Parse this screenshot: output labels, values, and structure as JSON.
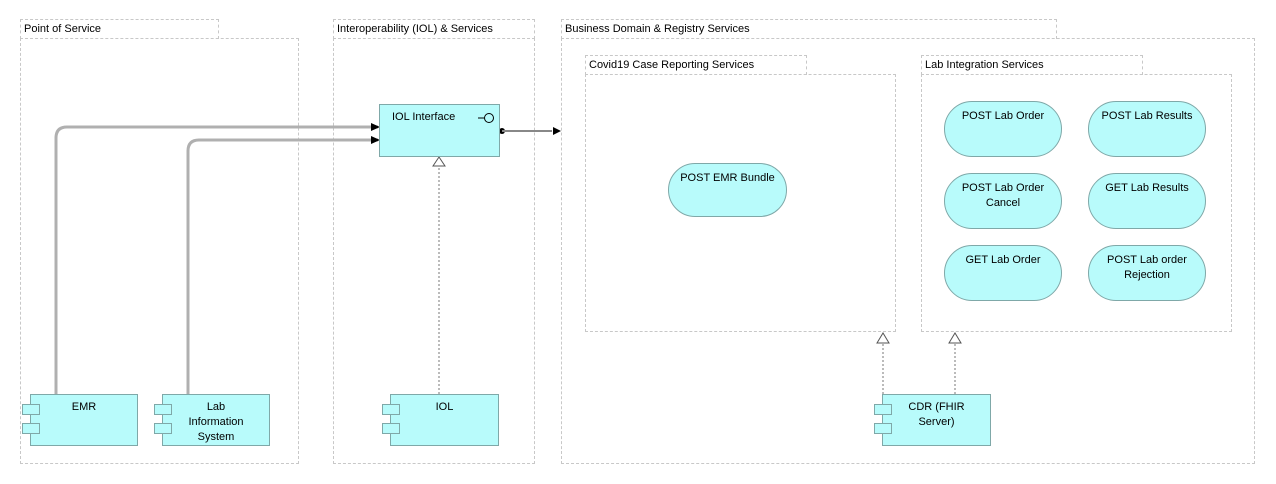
{
  "groups": {
    "point_of_service": "Point of Service",
    "interoperability": "Interoperability (IOL) & Services",
    "business_domain": "Business Domain & Registry Services",
    "covid_case_reporting": "Covid19 Case Reporting Services",
    "lab_integration": "Lab Integration Services"
  },
  "components": {
    "emr": "EMR",
    "lab_info_system": "Lab\nInformation\nSystem",
    "iol": "IOL",
    "cdr": "CDR (FHIR\nServer)"
  },
  "interface": {
    "iol_interface": "IOL Interface"
  },
  "services": {
    "post_emr_bundle": "POST EMR Bundle",
    "post_lab_order": "POST Lab Order",
    "post_lab_results": "POST Lab Results",
    "post_lab_order_cancel": "POST  Lab Order\nCancel",
    "get_lab_results": "GET Lab Results",
    "get_lab_order": "GET  Lab Order",
    "post_lab_order_rejection": "POST Lab order\nRejection"
  },
  "colors": {
    "element_fill": "#b8fbfb",
    "element_border": "#7fa8a8",
    "group_border": "#c8c8c8",
    "connector": "#b0b0b0"
  }
}
